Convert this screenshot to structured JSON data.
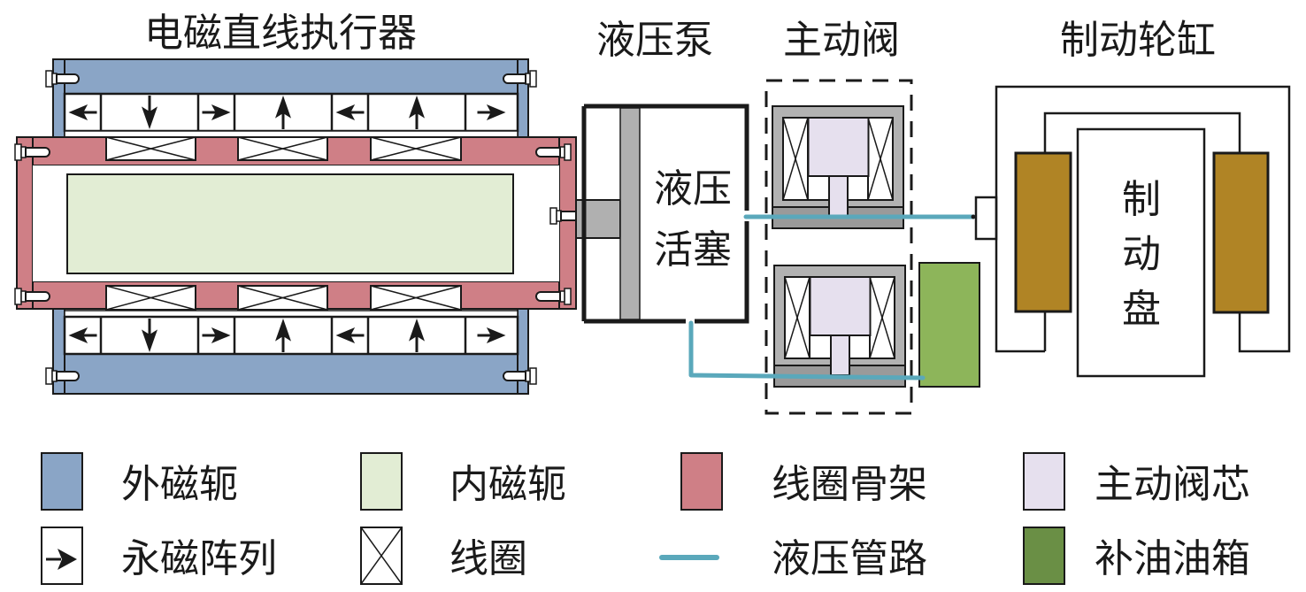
{
  "titles": {
    "actuator": "电磁直线执行器",
    "pump": "液压泵",
    "valve": "主动阀",
    "wheel_cylinder": "制动轮缸"
  },
  "labels": {
    "piston_line1": "液压",
    "piston_line2": "活塞",
    "disc_char1": "制",
    "disc_char2": "动",
    "disc_char3": "盘"
  },
  "colors": {
    "outer_yoke": "#8aa5c6",
    "inner_yoke": "#e2edd4",
    "bobbin": "#cf7f86",
    "valve_core": "#e6e0ee",
    "pipe": "#5aa8bb",
    "reservoir": "#8db55a",
    "reservoir_legend": "#6a8f45",
    "valve_body": "#b2b2b2",
    "valve_base": "#9a9a9a",
    "piston": "#b0b0b0",
    "brake_pad": "#b08425",
    "stroke": "#1a1a1a"
  },
  "magnet_array": {
    "top_row": [
      "left",
      "down",
      "right",
      "up",
      "left",
      "up",
      "right"
    ],
    "bottom_row": [
      "left",
      "down",
      "right",
      "up",
      "left",
      "up",
      "right"
    ]
  },
  "legend": [
    {
      "symbol": "outer-yoke-swatch",
      "label": "外磁轭"
    },
    {
      "symbol": "inner-yoke-swatch",
      "label": "内磁轭"
    },
    {
      "symbol": "bobbin-swatch",
      "label": "线圈骨架"
    },
    {
      "symbol": "valve-core-swatch",
      "label": "主动阀芯"
    },
    {
      "symbol": "magnet-arrow",
      "label": "永磁阵列"
    },
    {
      "symbol": "coil-cross",
      "label": "线圈"
    },
    {
      "symbol": "pipe-line",
      "label": "液压管路"
    },
    {
      "symbol": "reservoir-swatch",
      "label": "补油油箱"
    }
  ]
}
